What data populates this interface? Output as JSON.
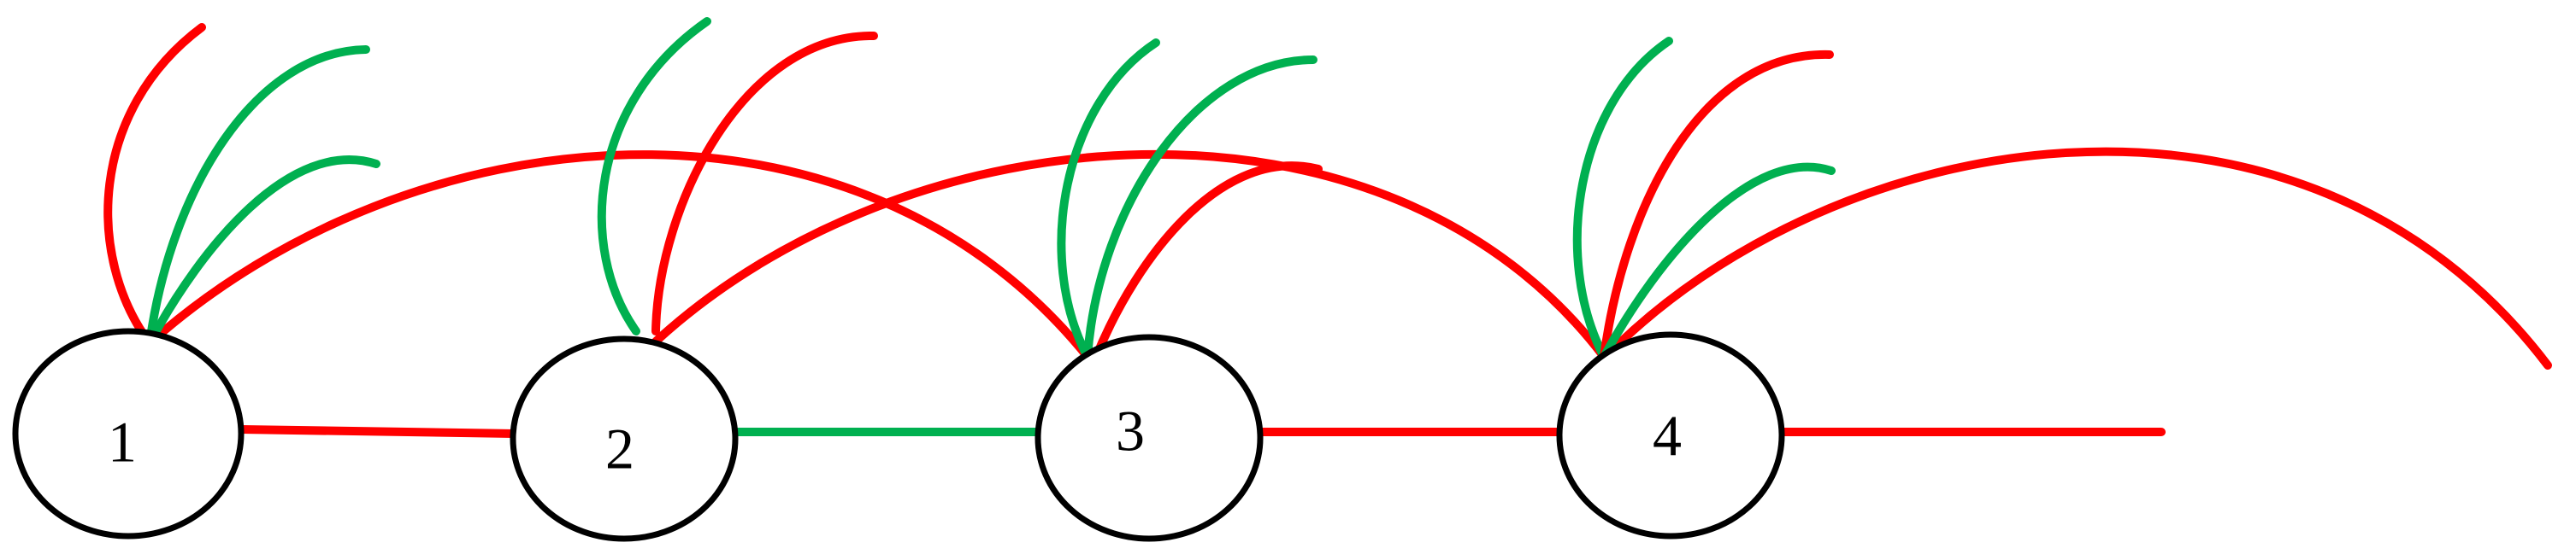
{
  "colors": {
    "red": "#ff0000",
    "green": "#00b050",
    "node_stroke": "#000000",
    "background": "#ffffff"
  },
  "nodes": [
    {
      "id": "1",
      "label": "1"
    },
    {
      "id": "2",
      "label": "2"
    },
    {
      "id": "3",
      "label": "3"
    },
    {
      "id": "4",
      "label": "4"
    }
  ],
  "edges": [
    {
      "from": "1",
      "to": "2",
      "kind": "link",
      "color": "red"
    },
    {
      "from": "2",
      "to": "3",
      "kind": "link",
      "color": "green"
    },
    {
      "from": "3",
      "to": "4",
      "kind": "link",
      "color": "red"
    },
    {
      "from": "4",
      "to": "",
      "kind": "dangling-link",
      "color": "red"
    },
    {
      "from": "1",
      "to": "3",
      "kind": "arc",
      "color": "red"
    },
    {
      "from": "2",
      "to": "4",
      "kind": "arc",
      "color": "red"
    },
    {
      "from": "4",
      "to": "",
      "kind": "open-arc",
      "color": "red"
    }
  ],
  "node_strands": [
    {
      "node": "1",
      "colors": [
        "red",
        "green",
        "green"
      ]
    },
    {
      "node": "2",
      "colors": [
        "green",
        "red"
      ]
    },
    {
      "node": "3",
      "colors": [
        "green",
        "green",
        "red"
      ]
    },
    {
      "node": "4",
      "colors": [
        "green",
        "red",
        "green"
      ]
    }
  ]
}
